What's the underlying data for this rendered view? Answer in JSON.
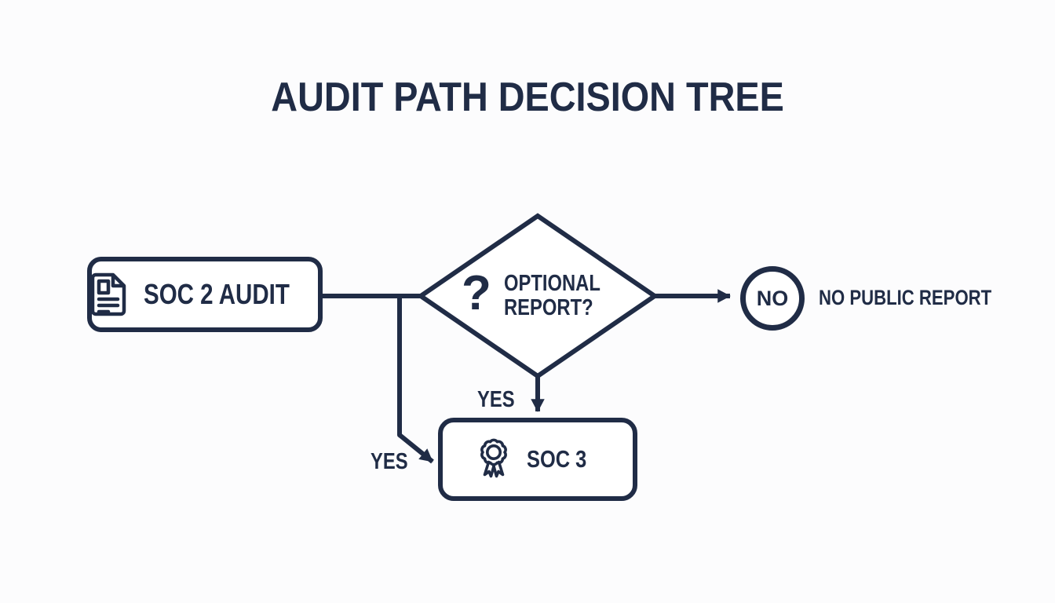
{
  "colors": {
    "ink": "#202c46",
    "background": "#fcfcfd",
    "node_fill": "#ffffff"
  },
  "title": "AUDIT PATH DECISION TREE",
  "nodes": {
    "soc2": {
      "label": "SOC 2 AUDIT",
      "icon": "document-icon"
    },
    "decision": {
      "question_mark": "?",
      "label_line1": "OPTIONAL",
      "label_line2": "REPORT?"
    },
    "no_terminal": {
      "circle_label": "NO",
      "label": "NO PUBLIC REPORT"
    },
    "soc3": {
      "label": "SOC 3",
      "icon": "award-ribbon-icon"
    }
  },
  "edges": {
    "yes_down_label": "YES",
    "yes_branch_label": "YES"
  }
}
